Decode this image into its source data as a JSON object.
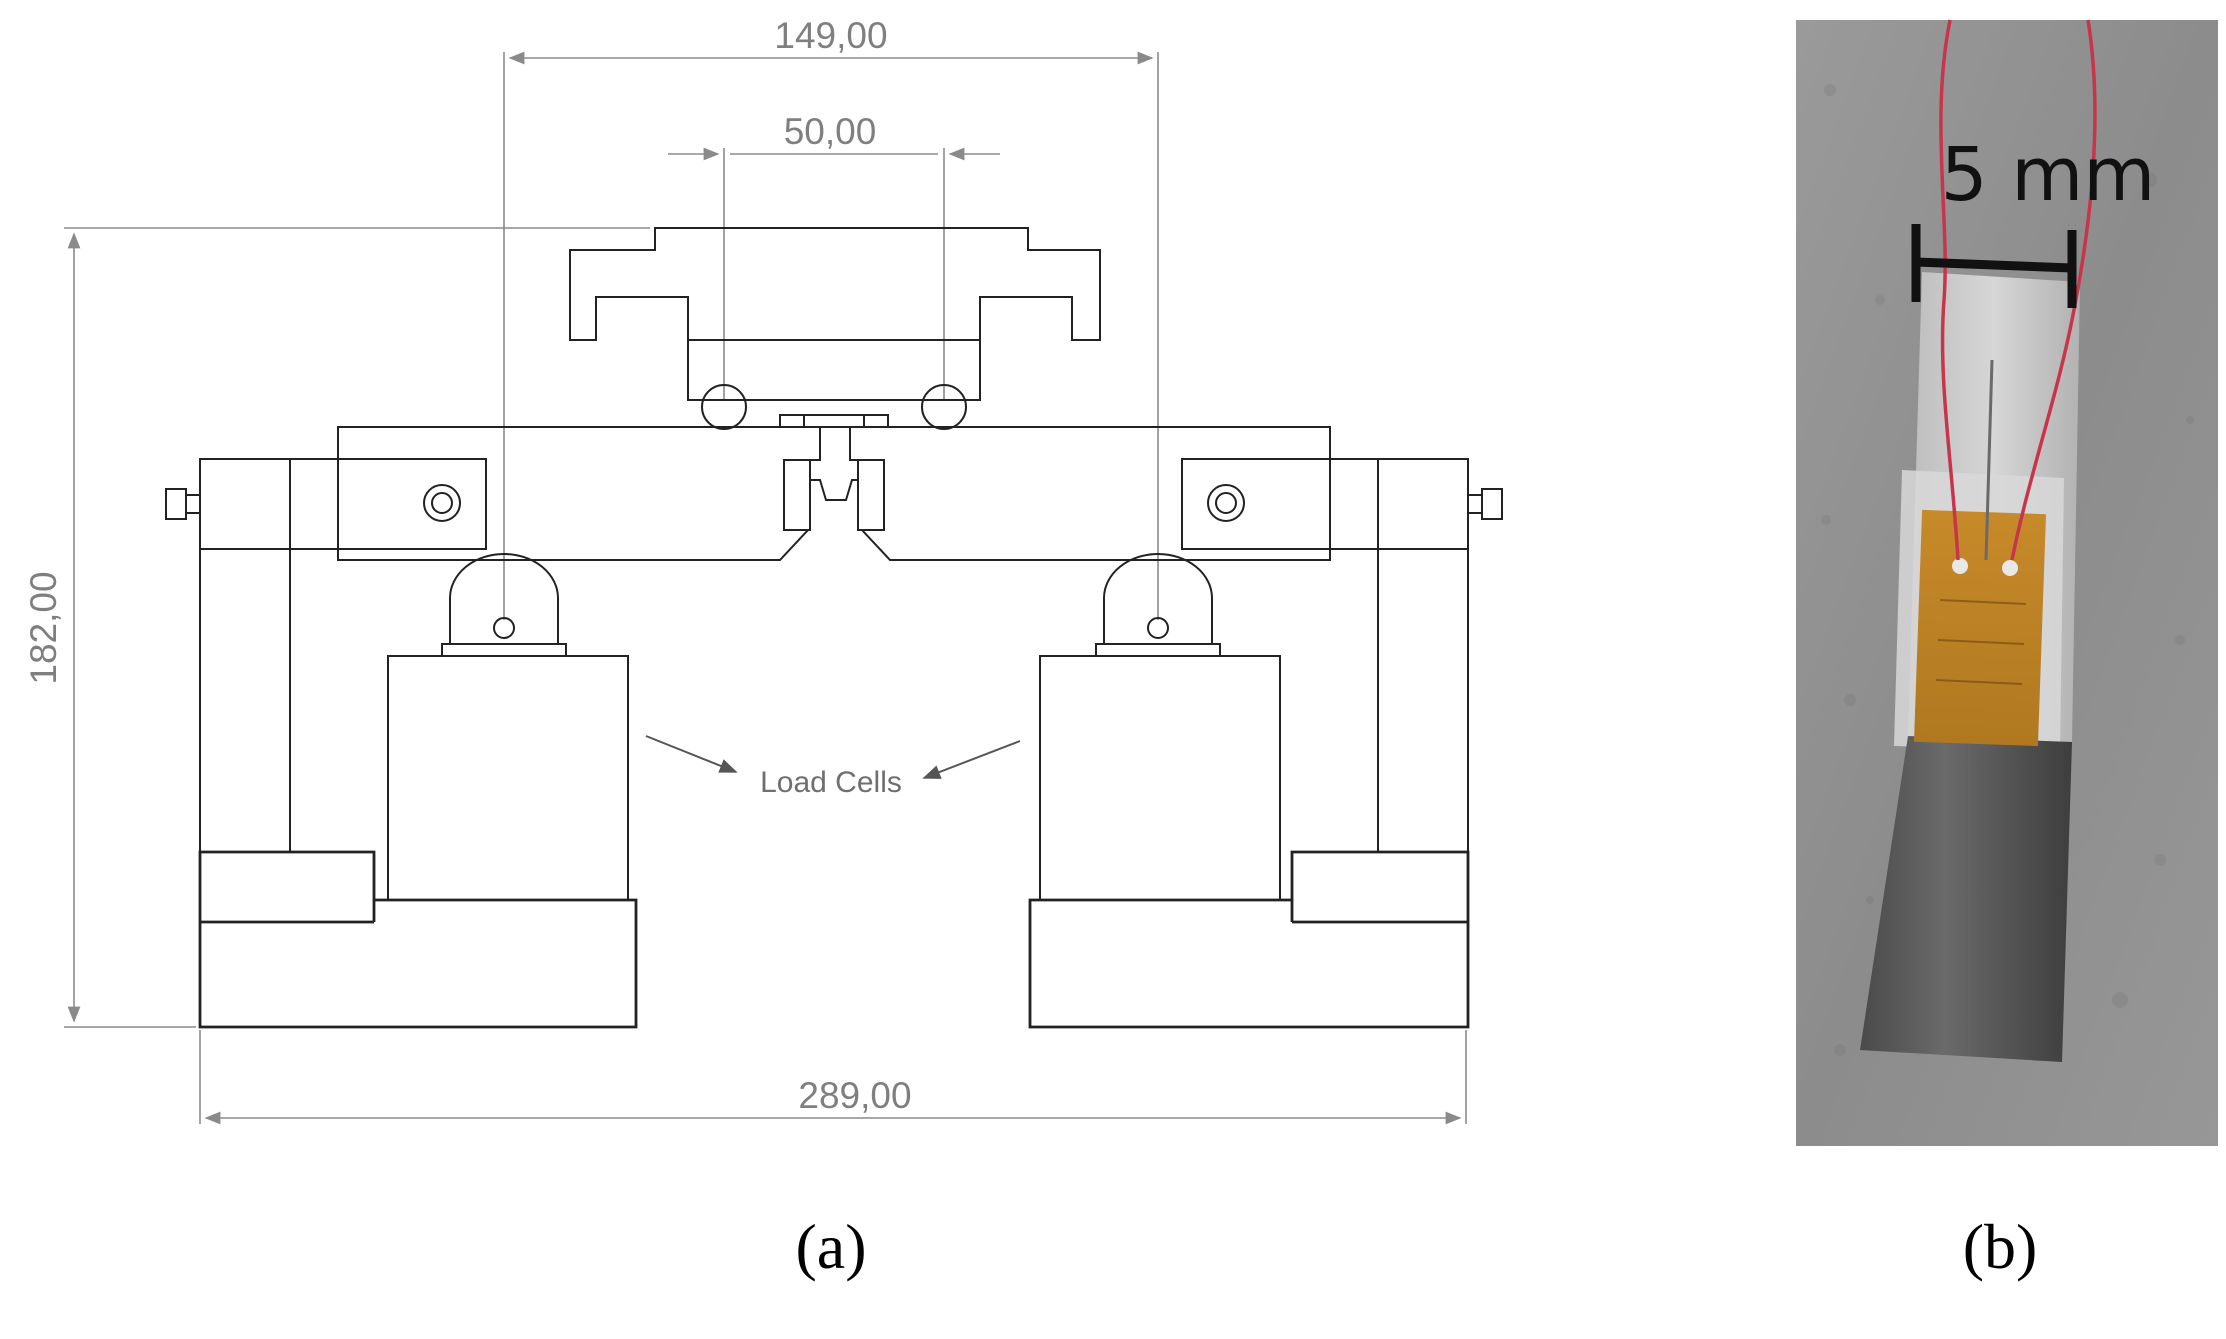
{
  "drawing": {
    "dim_top_outer": "149,00",
    "dim_top_inner": "50,00",
    "dim_height": "182,00",
    "dim_width": "289,00",
    "annotation": "Load Cells"
  },
  "photo": {
    "scale_label": "5 mm"
  },
  "captions": {
    "a": "(a)",
    "b": "(b)"
  }
}
